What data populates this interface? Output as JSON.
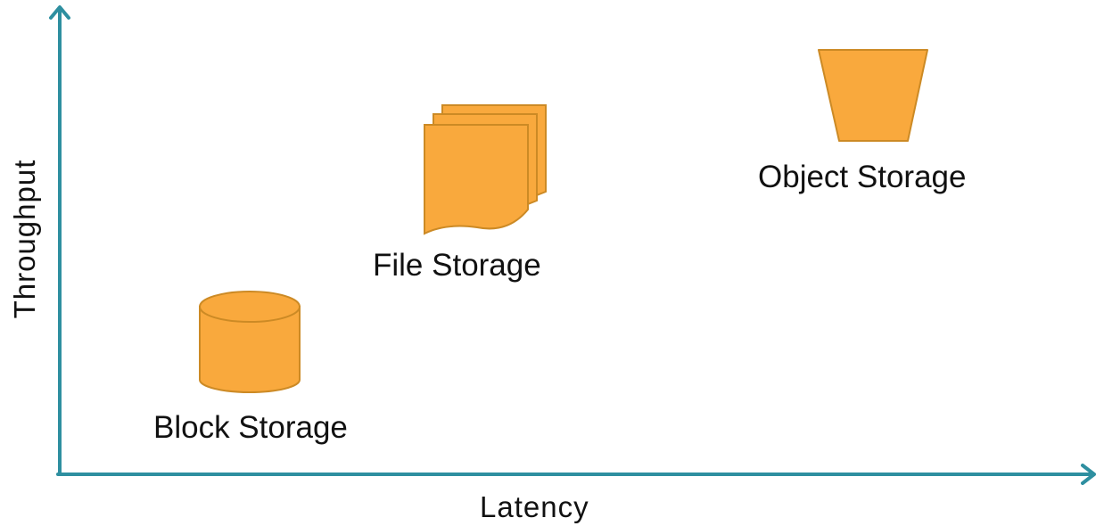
{
  "colors": {
    "axis": "#2e8fa0",
    "icon_fill": "#f9a93d",
    "icon_stroke": "#cc8a25",
    "text": "#111111"
  },
  "axes": {
    "x_label": "Latency",
    "y_label": "Throughput"
  },
  "items": {
    "block": {
      "label": "Block Storage",
      "icon": "cylinder-icon"
    },
    "file": {
      "label": "File Storage",
      "icon": "stacked-documents-icon"
    },
    "object": {
      "label": "Object Storage",
      "icon": "bucket-icon"
    }
  }
}
